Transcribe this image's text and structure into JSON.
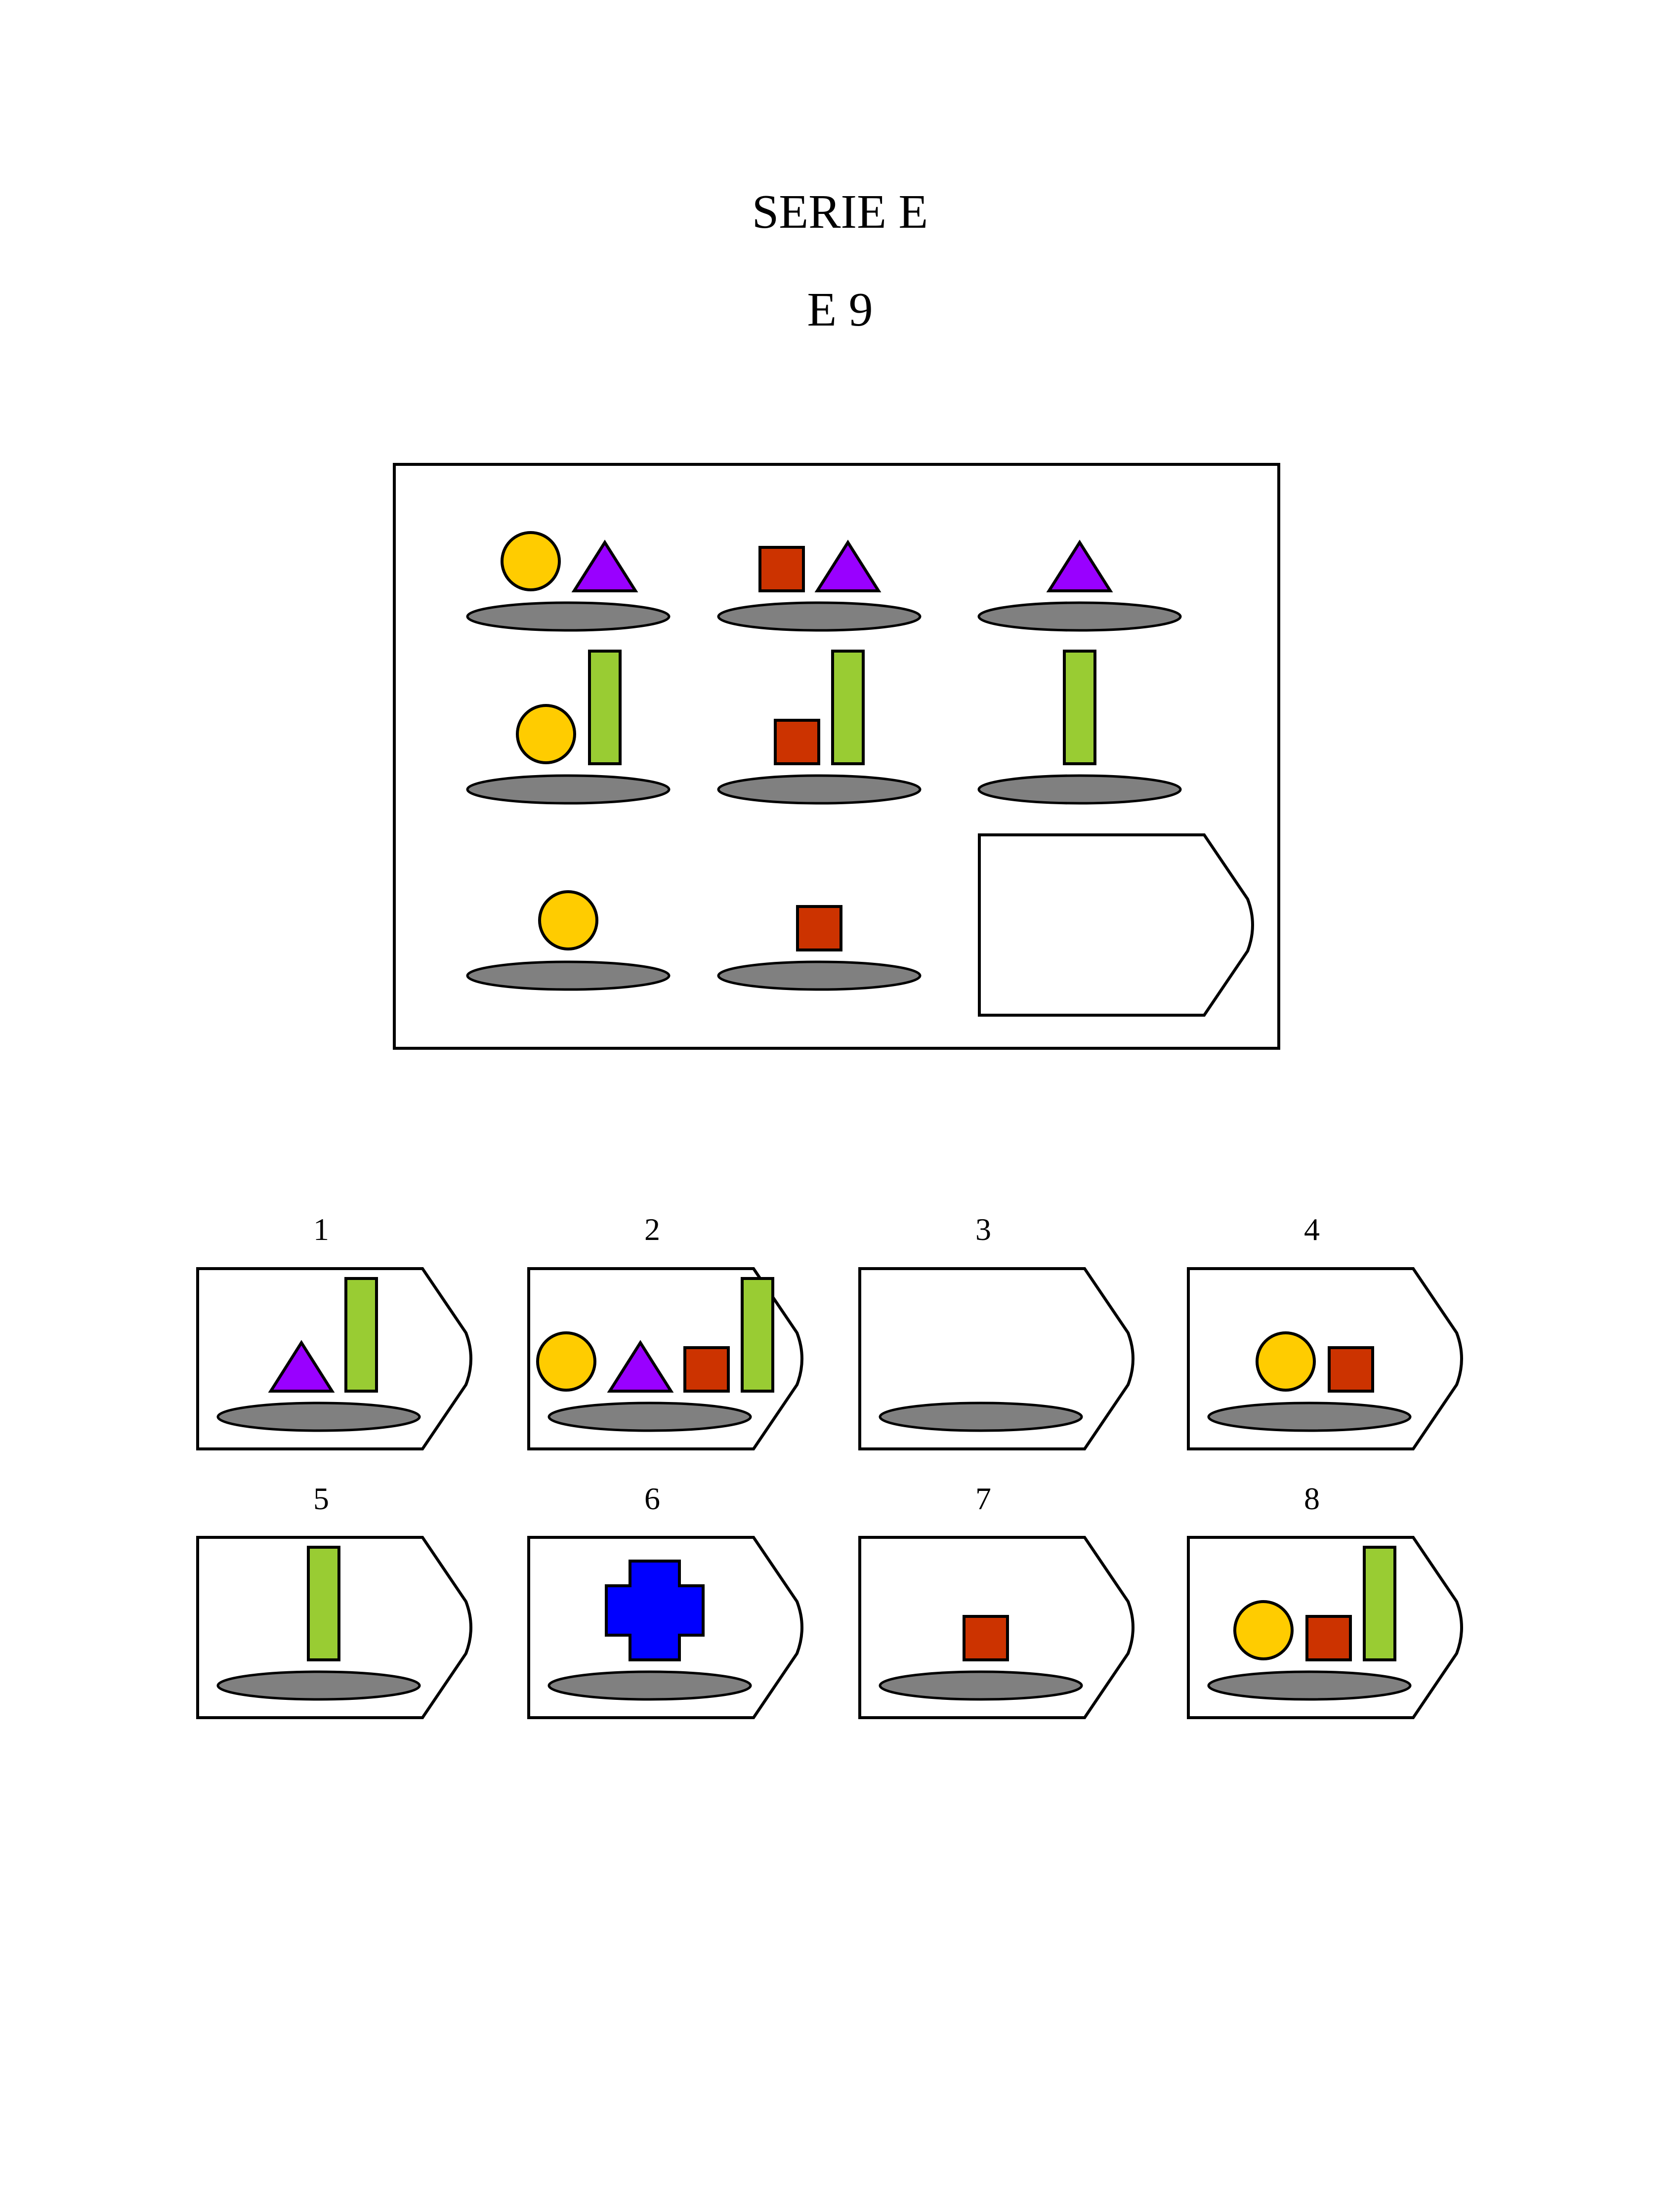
{
  "header": {
    "series": "SERIE E",
    "item": "E 9"
  },
  "colors": {
    "circle": "#FFCC00",
    "triangle": "#9900FF",
    "square": "#CC3300",
    "bar": "#99CC33",
    "plate": "#808080",
    "cross": "#0000FF"
  },
  "matrix": {
    "rows": [
      [
        [
          "circle",
          "triangle"
        ],
        [
          "square",
          "triangle"
        ],
        [
          "triangle"
        ]
      ],
      [
        [
          "circle",
          "bar"
        ],
        [
          "square",
          "bar"
        ],
        [
          "bar"
        ]
      ],
      [
        [
          "circle"
        ],
        [
          "square"
        ],
        "missing"
      ]
    ]
  },
  "options": [
    {
      "number": "1",
      "shapes": [
        "triangle",
        "bar"
      ]
    },
    {
      "number": "2",
      "shapes": [
        "circle",
        "triangle",
        "square",
        "bar"
      ]
    },
    {
      "number": "3",
      "shapes": []
    },
    {
      "number": "4",
      "shapes": [
        "circle",
        "square"
      ]
    },
    {
      "number": "5",
      "shapes": [
        "bar"
      ]
    },
    {
      "number": "6",
      "shapes": [
        "cross"
      ]
    },
    {
      "number": "7",
      "shapes": [
        "square"
      ]
    },
    {
      "number": "8",
      "shapes": [
        "circle",
        "square",
        "bar"
      ]
    }
  ]
}
